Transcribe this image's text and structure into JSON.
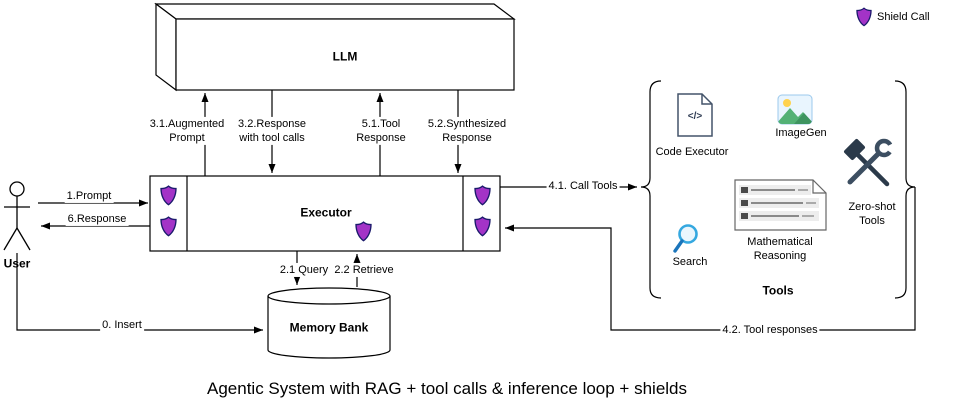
{
  "title": "Agentic System with RAG + tool calls & inference loop + shields",
  "legend": {
    "shield_call": "Shield Call"
  },
  "nodes": {
    "llm": "LLM",
    "executor": "Executor",
    "user": "User",
    "memory_bank": "Memory Bank"
  },
  "tools": {
    "group_label": "Tools",
    "code_executor": "Code Executor",
    "code_glyph": "</>",
    "imagegen": "ImageGen",
    "search": "Search",
    "math_reasoning": "Mathematical\nReasoning",
    "zero_shot": "Zero-shot\nTools"
  },
  "edges": {
    "insert": "0. Insert",
    "prompt": "1.Prompt",
    "query": "2.1 Query",
    "retrieve": "2.2 Retrieve",
    "augmented_prompt": "3.1.Augmented\nPrompt",
    "response_with_tool_calls": "3.2.Response\nwith tool calls",
    "call_tools": "4.1. Call Tools",
    "tool_responses": "4.2. Tool responses",
    "tool_response": "5.1.Tool\nResponse",
    "synthesized_response": "5.2.Synthesized\nResponse",
    "response": "6.Response"
  },
  "colors": {
    "shield_fill": "#A333C7",
    "shield_stroke": "#1A1A6B",
    "search_blue": "#35A8E0",
    "line": "#000000"
  }
}
